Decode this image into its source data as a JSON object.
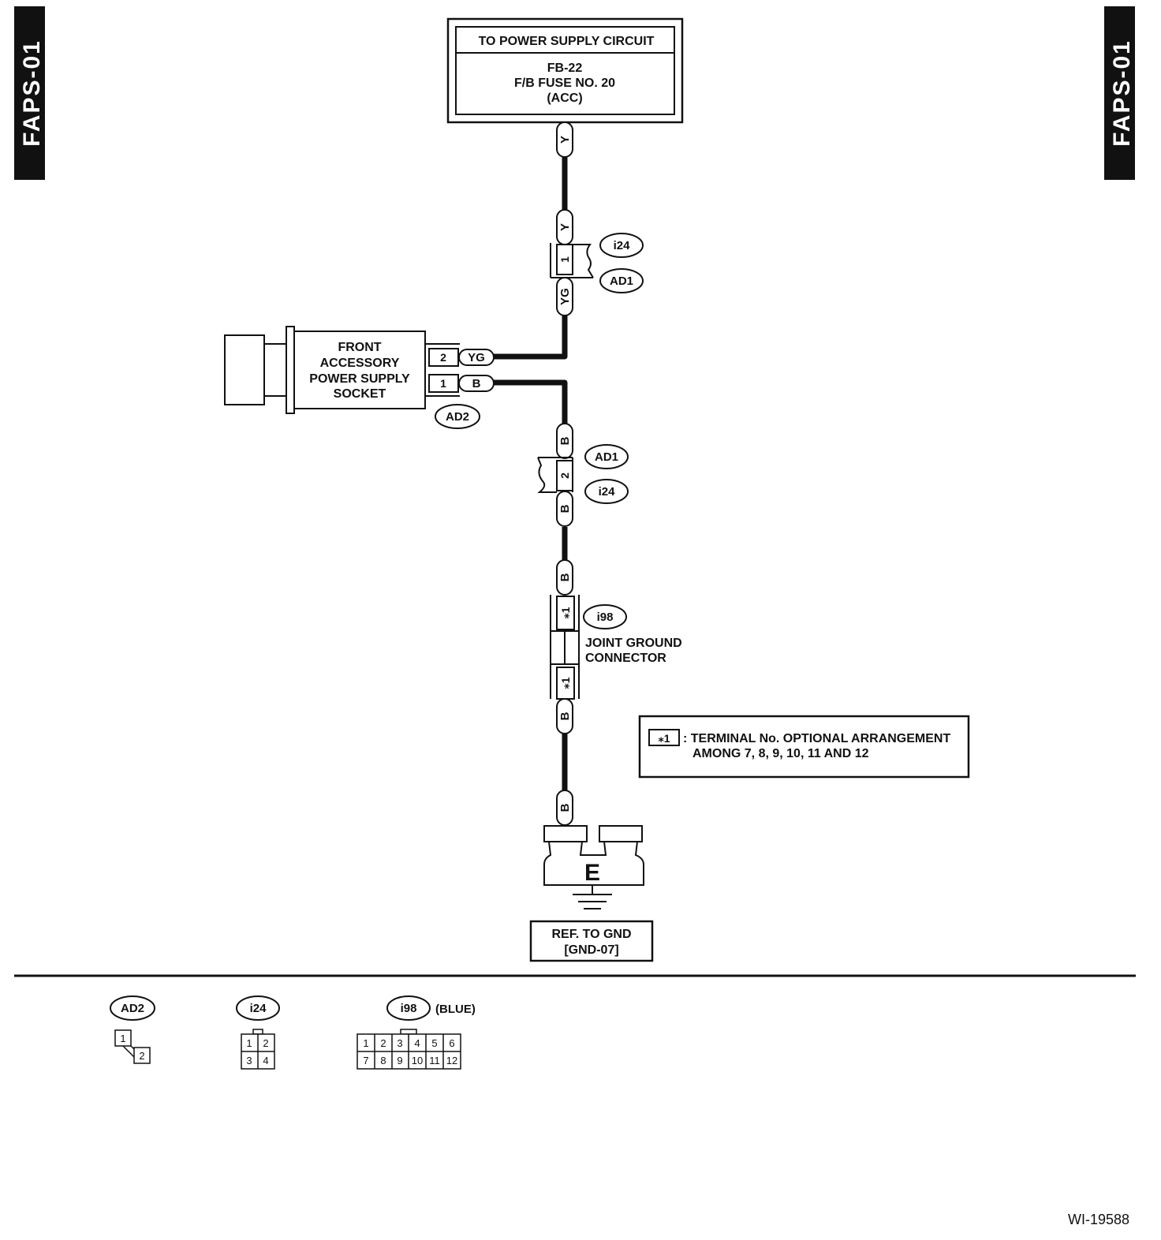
{
  "side_tab_left": "FAPS-01",
  "side_tab_right": "FAPS-01",
  "power_box": {
    "title": "TO POWER SUPPLY CIRCUIT",
    "line1": "FB-22",
    "line2": "F/B FUSE NO. 20",
    "line3": "(ACC)"
  },
  "wires": {
    "y": "Y",
    "yg": "YG",
    "b": "B"
  },
  "connectors": {
    "i24": "i24",
    "ad1": "AD1",
    "ad2": "AD2",
    "i98": "i98",
    "i98_color": "(BLUE)",
    "pin1": "1",
    "pin2": "2",
    "star_pin": "⁎1"
  },
  "socket": {
    "line1": "FRONT",
    "line2": "ACCESSORY",
    "line3": "POWER SUPPLY",
    "line4": "SOCKET"
  },
  "joint": {
    "line1": "JOINT GROUND",
    "line2": "CONNECTOR"
  },
  "note": {
    "symbol": "⁎1",
    "line1": ": TERMINAL No. OPTIONAL ARRANGEMENT",
    "line2": "AMONG 7, 8, 9, 10, 11 AND 12"
  },
  "ground": {
    "label": "E",
    "ref_line1": "REF. TO GND",
    "ref_line2": "[GND-07]"
  },
  "legend": {
    "ad2_pins": [
      "1",
      "2"
    ],
    "i24_pins": [
      "1",
      "2",
      "3",
      "4"
    ],
    "i98_pins": [
      "1",
      "2",
      "3",
      "4",
      "5",
      "6",
      "7",
      "8",
      "9",
      "10",
      "11",
      "12"
    ]
  },
  "figure_code": "WI-19588"
}
